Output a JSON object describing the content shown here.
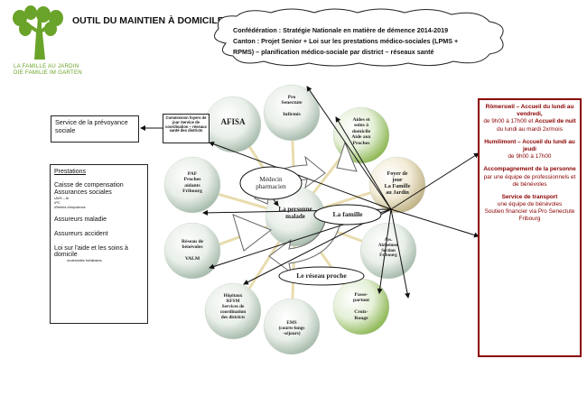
{
  "logo": {
    "name_fr": "LA FAMILLE AU JARDIN",
    "name_de": "DIE FAMILIE IM GARTEN",
    "color": "#6aa329"
  },
  "header": {
    "title": "OUTIL DU MAINTIEN À DOMICILE",
    "cloud_lines": [
      "Confédération : Stratégie Nationale en matière de démence 2014-2019",
      "Canton : Projet Senior + Loi sur les prestations médico-sociales (LPMS +",
      "RPMS) – planification médico-sociale par district – réseaux santé"
    ]
  },
  "left": {
    "service_prevoyance": "Service de la prévoyance sociale",
    "commission": "Commission foyers de jour Service de coordination – réseaux santé des districts",
    "prestations_title": "Prestations",
    "prestations": [
      {
        "text": "Caisse de compensation",
        "small": false
      },
      {
        "text": "Assurances sociales",
        "small": false
      },
      {
        "text": "•AVS – AI",
        "small": true
      },
      {
        "text": "•PC",
        "small": true
      },
      {
        "text": "•Rentes d'impotence",
        "small": true
      },
      {
        "text": "Assureurs maladie",
        "small": false
      },
      {
        "text": "Assureurs accident",
        "small": false
      },
      {
        "text": "Loi sur l'aide et les soins à domicile",
        "small": false
      },
      {
        "text": "•Indemnités forfaitaires",
        "small": true
      }
    ]
  },
  "diagram": {
    "center": "La personne malade",
    "ovals": {
      "medecin": "Médecin pharmacien",
      "famille": "La famille",
      "reseau": "Le réseau proche"
    },
    "nodes": [
      {
        "id": "pro-senectute",
        "label": [
          "Pro",
          "Senectute",
          "",
          "Infirmis"
        ]
      },
      {
        "id": "aide-soins",
        "label": [
          "Aides et",
          "soins à",
          "domicile",
          "Aide aux",
          "Proches"
        ]
      },
      {
        "id": "foyer-jour",
        "label": [
          "Foyer de",
          "jour",
          "La Famille",
          "au Jardin"
        ]
      },
      {
        "id": "alzheimer",
        "label": [
          "Ass.",
          "Alzheimer",
          "Section",
          "Fribourg"
        ]
      },
      {
        "id": "passe-partout",
        "label": [
          "Passe-",
          "partout",
          "",
          "Croix-",
          "Rouge"
        ]
      },
      {
        "id": "ems",
        "label": [
          "EMS",
          "(courts-longs",
          "-séjours)"
        ]
      },
      {
        "id": "hopitaux",
        "label": [
          "Hôpitaux",
          "RFSM",
          "Services de",
          "coordination",
          "des districts"
        ]
      },
      {
        "id": "benevoles",
        "label": [
          "Réseau de",
          "bénévoles",
          "",
          "VALM"
        ]
      },
      {
        "id": "paf",
        "label": [
          "PAF",
          "Proches",
          "aidants",
          "Fribourg"
        ]
      },
      {
        "id": "afisa",
        "label": [
          "AFISA"
        ]
      }
    ]
  },
  "right": {
    "romerswil_title": "Römerswil – Accueil du lundi au vendredi,",
    "romerswil_hours_a": "de 9h00 à 17h00 et",
    "romerswil_night": "Accueil de nuit",
    "romerswil_night_rest": "du lundi au mardi 2x/mois",
    "humilimont_title": "Humilimont – Accueil du lundi au jeudi",
    "humilimont_hours": "de 9h00 à 17h00",
    "accompagnement_title": "Accompagnement de la personne",
    "accompagnement_rest": "par une équipe de professionnels et de bénévoles",
    "transport_title": "Service de transport",
    "transport_rest": "une équipe de bénévoles",
    "transport_support": "Soutien financier via Pro Senectute Fribourg"
  }
}
